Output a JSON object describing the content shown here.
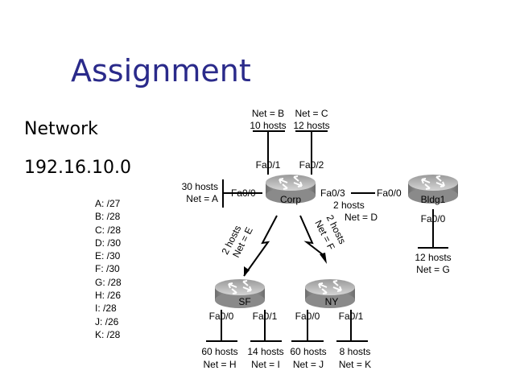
{
  "title": "Assignment",
  "network": {
    "label": "Network",
    "address": "192.16.10.0"
  },
  "masks": [
    "A: /27",
    "B: /28",
    "C: /28",
    "D: /30",
    "E: /30",
    "F: /30",
    "G: /28",
    "H: /26",
    "I: /28",
    "J: /26",
    "K: /28"
  ],
  "diagram": {
    "routers": {
      "corp": "Corp",
      "bldg1": "Bldg1",
      "sf": "SF",
      "ny": "NY"
    },
    "labels": {
      "netB": "Net = B",
      "hostsB": "10 hosts",
      "netC": "Net = C",
      "hostsC": "12 hosts",
      "corpFa01": "Fa0/1",
      "corpFa02": "Fa0/2",
      "hostsA": "30 hosts",
      "netA": "Net = A",
      "corpFa00": "Fa0/0",
      "corpFa03": "Fa0/3",
      "bldgFa00left": "Fa0/0",
      "hostsD": "2 hosts",
      "netD": "Net = D",
      "bldgFa00down": "Fa0/0",
      "hostsG": "12 hosts",
      "netG": "Net = G",
      "hostsE": "2 hosts",
      "netE": "Net = E",
      "hostsF": "2 hosts",
      "netF": "Net = F",
      "sfFa00": "Fa0/0",
      "sfFa01": "Fa0/1",
      "nyFa00": "Fa0/0",
      "nyFa01": "Fa0/1",
      "hostsH": "60 hosts",
      "netH": "Net = H",
      "hostsI": "14 hosts",
      "netI": "Net = I",
      "hostsJ": "60 hosts",
      "netJ": "Net = J",
      "hostsK": "8 hosts",
      "netK": "Net = K"
    }
  }
}
